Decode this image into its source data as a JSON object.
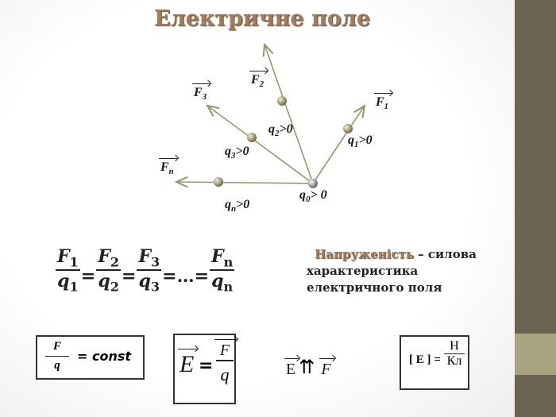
{
  "title": "Електричне поле",
  "diagram": {
    "forces": [
      {
        "symbol": "F",
        "sub": "1"
      },
      {
        "symbol": "F",
        "sub": "2"
      },
      {
        "symbol": "F",
        "sub": "3"
      },
      {
        "symbol": "F",
        "sub": "n"
      }
    ],
    "charges": [
      {
        "symbol": "q",
        "sub": "1",
        "cond": ">0"
      },
      {
        "symbol": "q",
        "sub": "2",
        "cond": ">0"
      },
      {
        "symbol": "q",
        "sub": "3",
        "cond": ">0"
      },
      {
        "symbol": "q",
        "sub": "n",
        "cond": ">0"
      },
      {
        "symbol": "q",
        "sub": "0",
        "cond": "> 0"
      }
    ]
  },
  "equation": {
    "terms": [
      {
        "num": "F",
        "num_sub": "1",
        "den": "q",
        "den_sub": "1"
      },
      {
        "num": "F",
        "num_sub": "2",
        "den": "q",
        "den_sub": "2"
      },
      {
        "num": "F",
        "num_sub": "3",
        "den": "q",
        "den_sub": "3"
      },
      {
        "num": "F",
        "num_sub": "n",
        "den": "q",
        "den_sub": "n"
      }
    ],
    "eq": "=",
    "ellipsis": "=…="
  },
  "definition": {
    "term": "Напруженість",
    "rest": " – силова характеристика електричного поля"
  },
  "formulas": {
    "ratio_num": "F",
    "ratio_den": "q",
    "ratio_rhs": "= const",
    "E": "E",
    "eq": "=",
    "F": "F",
    "q": "q",
    "codir_E": "E",
    "codir_sym": "⇈",
    "codir_F": "F",
    "unit_lhs": "[ E ] =",
    "unit_num": "Н",
    "unit_den": "Кл"
  },
  "colors": {
    "sidebar": "#6b6450",
    "sidebar_band": "#a9a37f",
    "title": "#a07d5e",
    "arrow": "#9c9670"
  }
}
